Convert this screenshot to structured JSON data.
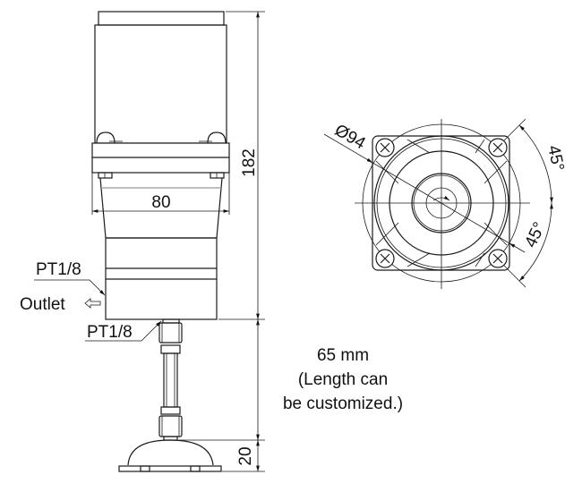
{
  "side_view": {
    "width_dim": "80",
    "height_dim": "182",
    "port_side_label": "PT1/8",
    "outlet_label": "Outlet",
    "port_bottom_label": "PT1/8",
    "pad_height_dim": "20",
    "length_note": {
      "line1": "65 mm",
      "line2": "(Length can",
      "line3": "be customized.)"
    }
  },
  "top_view": {
    "diameter_dim": "Ø94",
    "angle_upper": "45°",
    "angle_lower": "45°"
  }
}
